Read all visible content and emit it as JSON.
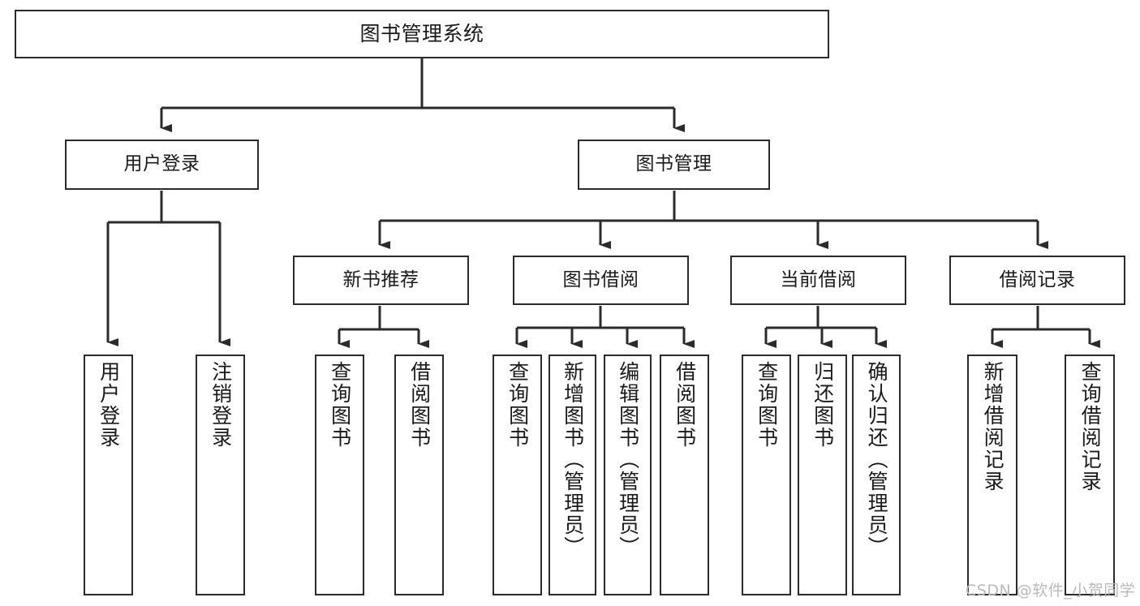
{
  "diagram": {
    "title": "图书管理系统",
    "watermark": "CSDN @软件_小贺同学",
    "stroke_color": "#2b2b2b",
    "background_color": "#ffffff",
    "levels": {
      "level1": [
        {
          "id": "root",
          "label": "图书管理系统"
        }
      ],
      "level2": [
        {
          "id": "user-login",
          "label": "用户登录"
        },
        {
          "id": "book-management",
          "label": "图书管理"
        }
      ],
      "level3": [
        {
          "id": "new-book-recommend",
          "label": "新书推荐"
        },
        {
          "id": "book-borrow",
          "label": "图书借阅"
        },
        {
          "id": "current-borrow",
          "label": "当前借阅"
        },
        {
          "id": "borrow-record",
          "label": "借阅记录"
        }
      ],
      "leaves": {
        "user-login": [
          {
            "id": "leaf-user-login",
            "label": "用户登录"
          },
          {
            "id": "leaf-logout-login",
            "label": "注销登录"
          }
        ],
        "new-book-recommend": [
          {
            "id": "leaf-query-book-1",
            "label": "查询图书"
          },
          {
            "id": "leaf-borrow-book-1",
            "label": "借阅图书"
          }
        ],
        "book-borrow": [
          {
            "id": "leaf-query-book-2",
            "label": "查询图书"
          },
          {
            "id": "leaf-add-book",
            "label": "新增图书（管理员）"
          },
          {
            "id": "leaf-edit-book",
            "label": "编辑图书（管理员）"
          },
          {
            "id": "leaf-borrow-book-2",
            "label": "借阅图书"
          }
        ],
        "current-borrow": [
          {
            "id": "leaf-query-book-3",
            "label": "查询图书"
          },
          {
            "id": "leaf-return-book",
            "label": "归还图书"
          },
          {
            "id": "leaf-confirm-return",
            "label": "确认归还（管理员）"
          }
        ],
        "borrow-record": [
          {
            "id": "leaf-add-record",
            "label": "新增借阅记录"
          },
          {
            "id": "leaf-query-record",
            "label": "查询借阅记录"
          }
        ]
      }
    }
  }
}
